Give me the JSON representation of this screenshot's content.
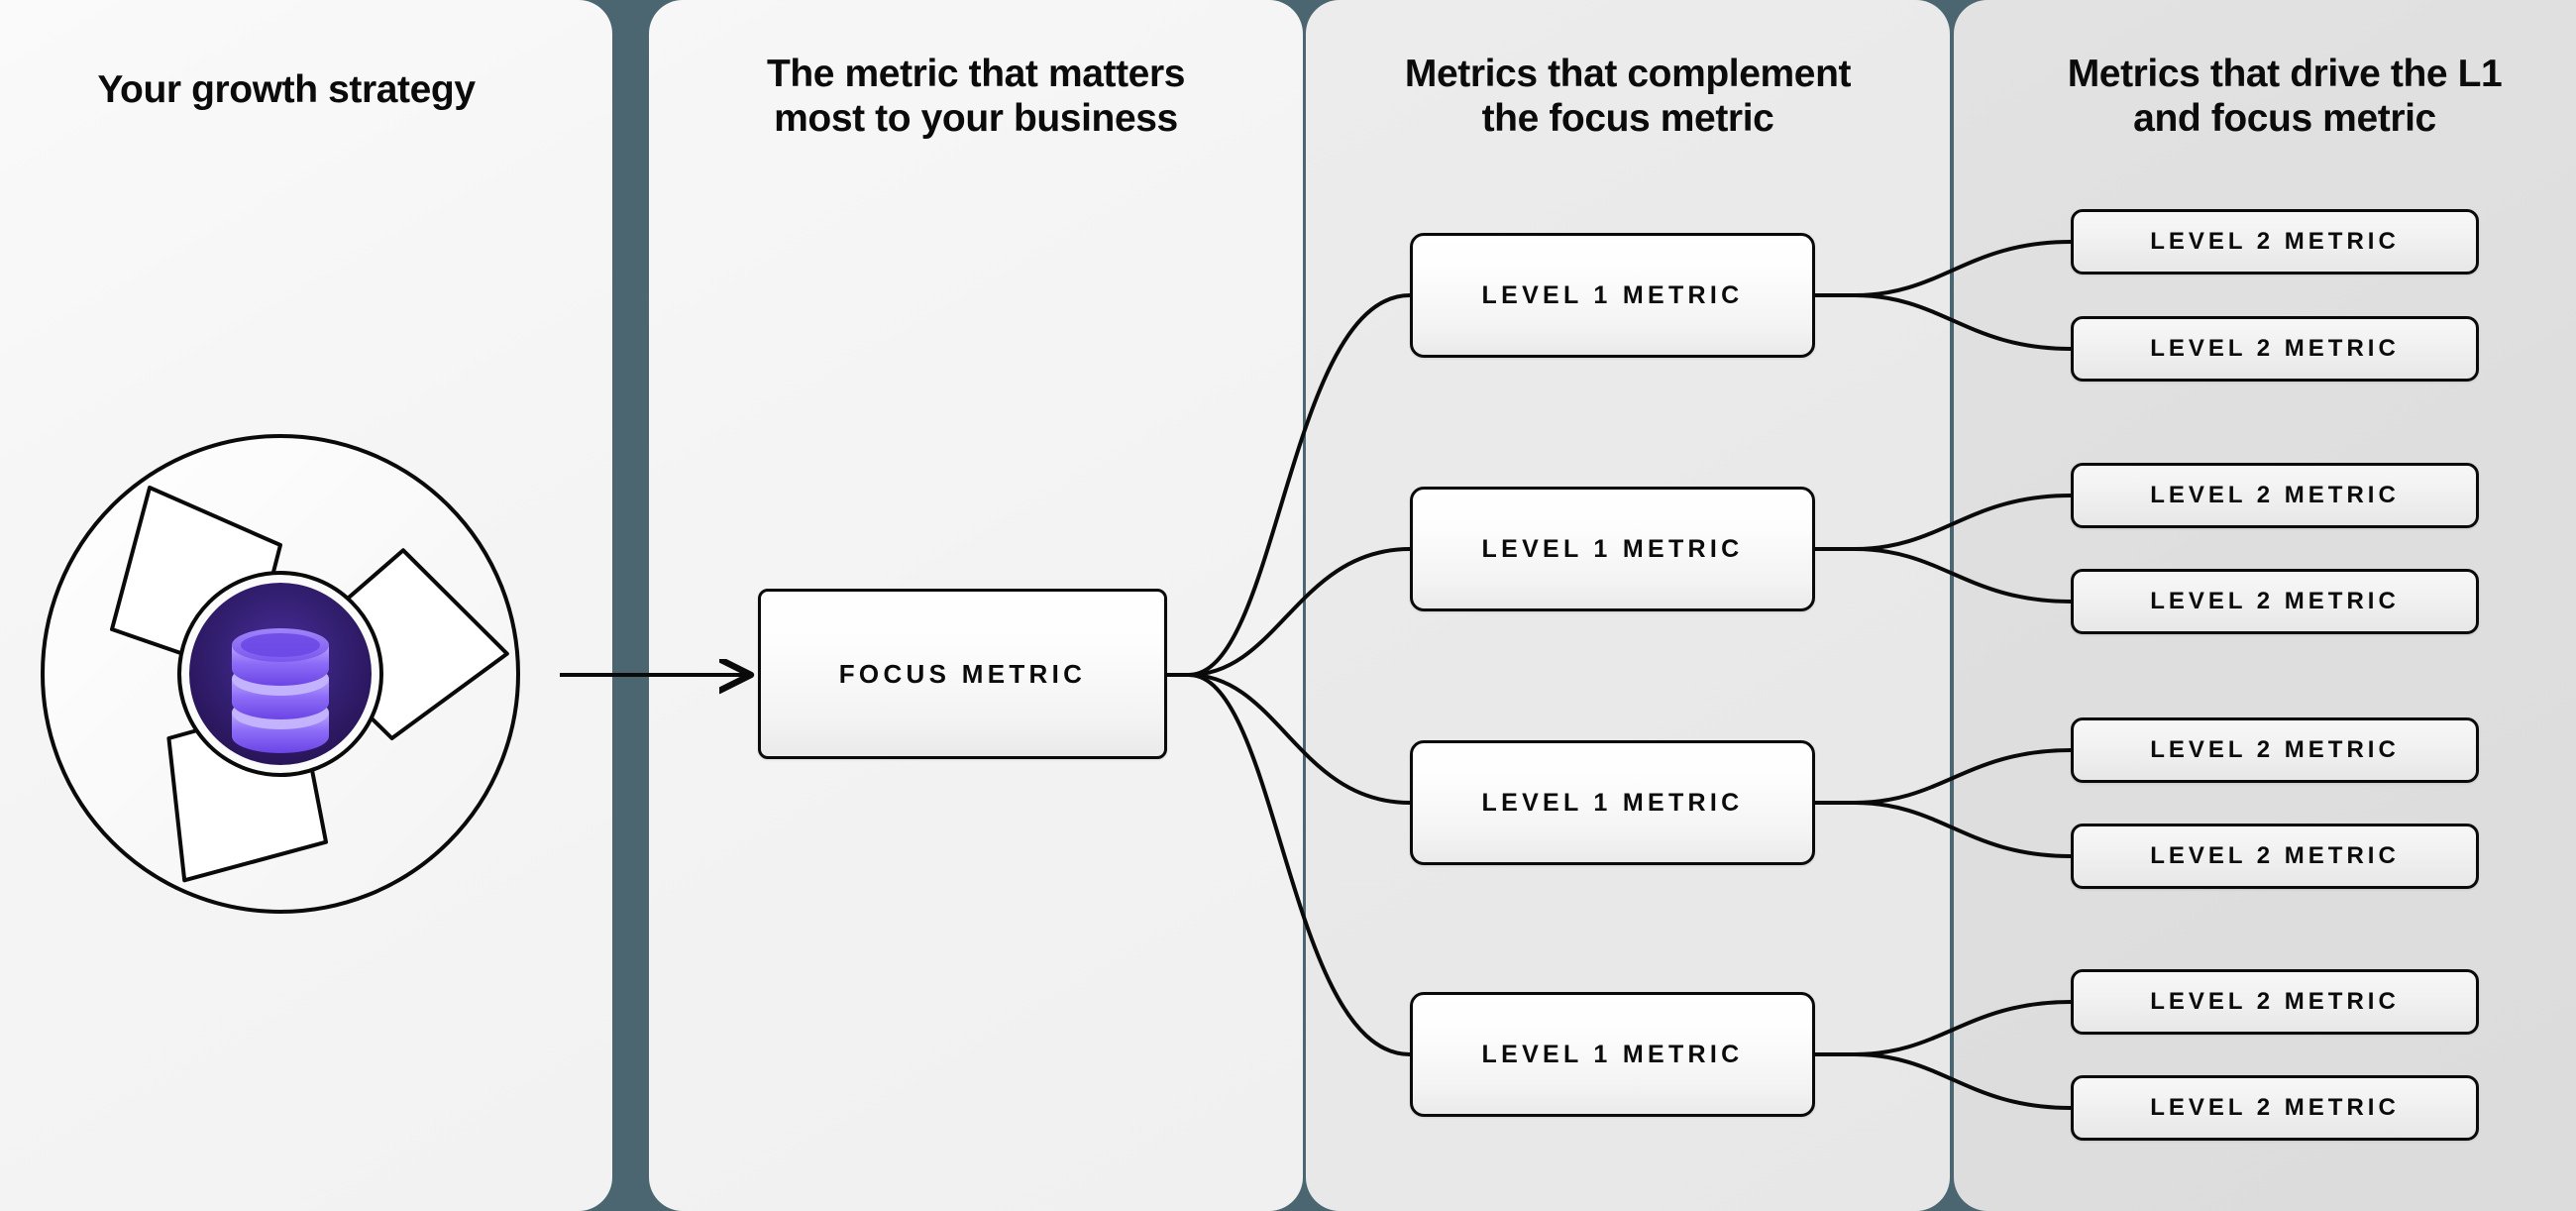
{
  "theme": {
    "divider_color": "#4b6670",
    "accent_purple": "#6d4ae0",
    "icon_bg_dark": "#2c1a66",
    "box_border": "#0a0a0a",
    "text_color": "#0b0b0b"
  },
  "columns": [
    {
      "key": "strategy",
      "title": "Your growth strategy"
    },
    {
      "key": "focus",
      "title": "The metric that matters most to your business"
    },
    {
      "key": "complement",
      "title": "Metrics that complement the focus metric"
    },
    {
      "key": "drive",
      "title": "Metrics that drive the L1 and focus metric"
    }
  ],
  "column_titles": {
    "strategy": "Your growth strategy",
    "focus_line1": "The metric that matters",
    "focus_line2": "most to your business",
    "complement_line1": "Metrics that complement",
    "complement_line2": "the focus metric",
    "drive_line1": "Metrics that drive the L1",
    "drive_line2": "and focus metric"
  },
  "strategy_graphic": {
    "name": "pinwheel-aperture-with-database-core",
    "icon": "database-stack-icon",
    "blade_count": 3,
    "core_color": "#2c1a66",
    "disc_color": "#8a6bf5"
  },
  "focus_metric": {
    "label": "FOCUS METRIC"
  },
  "level1_metrics": [
    {
      "label": "LEVEL 1 METRIC"
    },
    {
      "label": "LEVEL 1 METRIC"
    },
    {
      "label": "LEVEL 1 METRIC"
    },
    {
      "label": "LEVEL 1 METRIC"
    }
  ],
  "level2_metrics": [
    {
      "label": "LEVEL 2 METRIC"
    },
    {
      "label": "LEVEL 2 METRIC"
    },
    {
      "label": "LEVEL 2 METRIC"
    },
    {
      "label": "LEVEL 2 METRIC"
    },
    {
      "label": "LEVEL 2 METRIC"
    },
    {
      "label": "LEVEL 2 METRIC"
    },
    {
      "label": "LEVEL 2 METRIC"
    },
    {
      "label": "LEVEL 2 METRIC"
    }
  ],
  "connectors": {
    "strategy_to_focus": "arrow",
    "focus_to_level1": "fan-of-4-curves",
    "level1_to_level2": "fan-of-2-curves-each"
  }
}
